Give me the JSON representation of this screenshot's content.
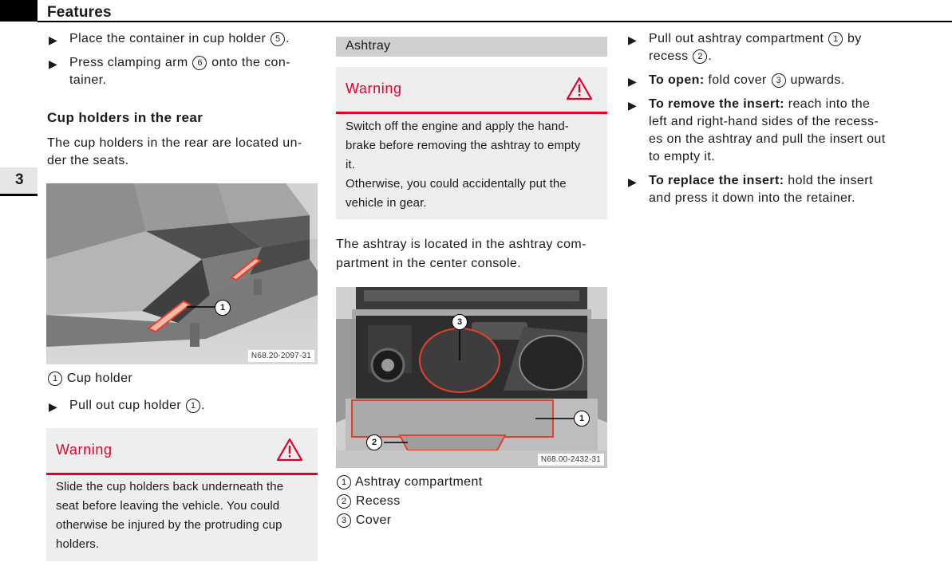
{
  "header": {
    "title": "Features",
    "chapter": "3"
  },
  "col1": {
    "steps_top": [
      {
        "before": "Place the container in cup holder ",
        "num": "5",
        "after": "."
      },
      {
        "before": "Press clamping arm ",
        "num": "6",
        "after": " onto the con-",
        "line2": "tainer."
      }
    ],
    "cup_heading": "Cup holders in the rear",
    "cup_para_l1": "The cup holders in the rear are located un-",
    "cup_para_l2": "der the seats.",
    "image_code": "N68.20-2097-31",
    "image_callout": "1",
    "legend": {
      "num": "1",
      "label": "Cup holder"
    },
    "step_pull": {
      "before": "Pull out cup holder ",
      "num": "1",
      "after": "."
    },
    "warning": {
      "title": "Warning",
      "lines": [
        "Slide the cup holders back underneath the",
        "seat before leaving the vehicle. You could",
        "otherwise be injured by the protruding cup",
        "holders."
      ]
    }
  },
  "col2": {
    "section_title": "Ashtray",
    "warning": {
      "title": "Warning",
      "lines": [
        "Switch off the engine and apply the hand-",
        "brake before removing the ashtray to empty",
        "it.",
        "Otherwise, you could accidentally put the",
        "vehicle in gear."
      ]
    },
    "para_l1": "The ashtray is located in the ashtray com-",
    "para_l2": "partment in the center console.",
    "image_code": "N68.00-2432-31",
    "image_callouts": [
      "1",
      "2",
      "3"
    ],
    "legend": [
      {
        "num": "1",
        "label": "Ashtray compartment"
      },
      {
        "num": "2",
        "label": "Recess"
      },
      {
        "num": "3",
        "label": "Cover"
      }
    ]
  },
  "col3": {
    "step1": {
      "before": "Pull out ashtray compartment ",
      "num1": "1",
      "mid": " by",
      "line2a": "recess ",
      "num2": "2",
      "after": "."
    },
    "step2": {
      "bold": "To open:",
      "before": " fold cover ",
      "num": "3",
      "after": " upwards."
    },
    "step3": {
      "bold": "To remove the insert:",
      "rest": " reach into the",
      "lines": [
        "left and right-hand sides of the recess-",
        "es on the ashtray and pull the insert out",
        "to empty it."
      ]
    },
    "step4": {
      "bold": "To replace the insert:",
      "rest": " hold the insert",
      "lines": [
        "and press it down into the retainer."
      ]
    }
  },
  "colors": {
    "accent_red": "#e4002b",
    "box_gray": "#eeeeee",
    "bar_gray": "#cfcfcf"
  }
}
